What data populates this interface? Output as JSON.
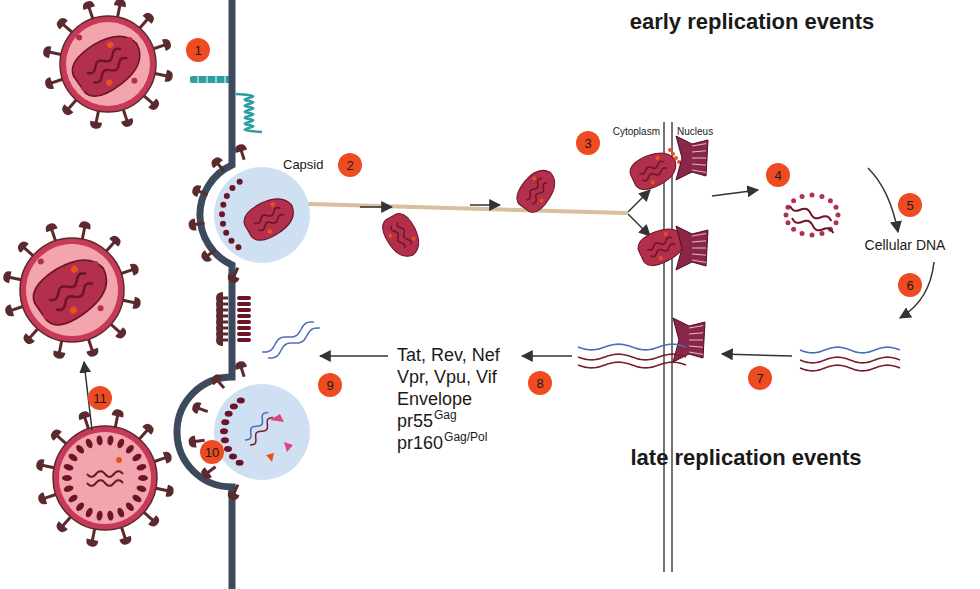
{
  "diagram": {
    "nodes": [
      {
        "text": [
          "1"
        ]
      },
      {
        "text": [
          "2"
        ]
      },
      {
        "text": [
          "3"
        ]
      },
      {
        "text": [
          "4"
        ]
      },
      {
        "text": [
          "5"
        ]
      },
      {
        "text": [
          "6"
        ]
      },
      {
        "text": [
          "7"
        ]
      },
      {
        "text": [
          "8"
        ]
      },
      {
        "text": [
          "9"
        ]
      },
      {
        "text": [
          "10"
        ]
      },
      {
        "text": [
          "11"
        ]
      }
    ],
    "labels": [
      "early replication events",
      "Capsid",
      "Cytoplasm",
      "Nucleus",
      "Cellular DNA",
      "Tat, Rev, Nef",
      "Vpr, Vpu, Vif",
      "Envelope",
      "pr55",
      "Gag",
      "pr160",
      "Gag/Pol",
      "late replication events"
    ]
  }
}
